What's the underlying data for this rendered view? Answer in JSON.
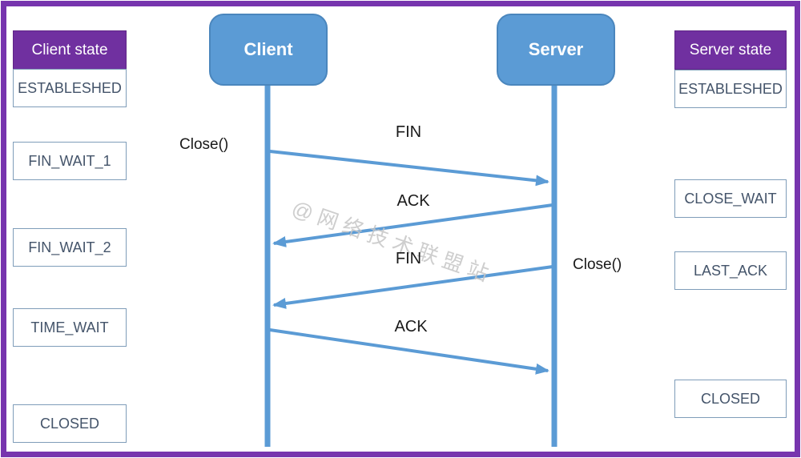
{
  "diagram": {
    "watermark": "@网络技术联盟站",
    "actors": {
      "client": "Client",
      "server": "Server"
    },
    "client_states": {
      "header": "Client state",
      "items": [
        "ESTABLESHED",
        "FIN_WAIT_1",
        "FIN_WAIT_2",
        "TIME_WAIT",
        "CLOSED"
      ]
    },
    "server_states": {
      "header": "Server state",
      "items": [
        "ESTABLESHED",
        "CLOSE_WAIT",
        "LAST_ACK",
        "CLOSED"
      ]
    },
    "messages": {
      "fin1": "FIN",
      "ack1": "ACK",
      "fin2": "FIN",
      "ack2": "ACK"
    },
    "events": {
      "client_close": "Close()",
      "server_close": "Close()"
    },
    "colors": {
      "lifeline_blue": "#5B9BD5",
      "header_purple": "#7030A0",
      "border_purple": "#7735AE",
      "state_text": "#44546A",
      "state_border": "#7F9DB9"
    }
  }
}
